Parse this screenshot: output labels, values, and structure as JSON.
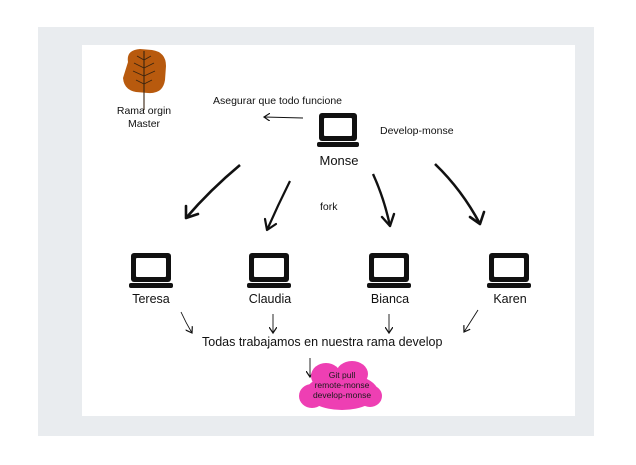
{
  "diagram": {
    "root_label_line1": "Rama orgin",
    "root_label_line2": "Master",
    "ensure_label": "Asegurar que todo funcione",
    "branch_label": "Develop-monse",
    "owner_label": "Monse",
    "fork_label": "fork",
    "members": [
      {
        "name": "Teresa"
      },
      {
        "name": "Claudia"
      },
      {
        "name": "Bianca"
      },
      {
        "name": "Karen"
      }
    ],
    "team_note": "Todas trabajamos en nuestra rama develop",
    "cloud_lines": [
      "Git pull",
      "remote-monse",
      "develop-monse"
    ],
    "colors": {
      "leaf": "#b85a0e",
      "cloud": "#ee3fb3",
      "laptop": "#111111",
      "frame": "#e9ecef"
    }
  }
}
